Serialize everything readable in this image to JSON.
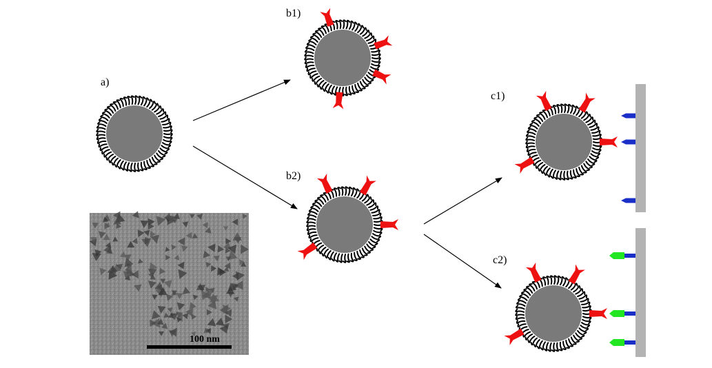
{
  "labels": {
    "a": "a)",
    "b1": "b1)",
    "b2": "b2)",
    "c1": "c1)",
    "c2": "c2)"
  },
  "micrograph": {
    "scale_bar_text": "100 nm"
  },
  "colors": {
    "core": "#7a7a7a",
    "ligand_shell": "#000000",
    "red_ligand": "#ee1111",
    "blue_receptor": "#1a2ec8",
    "green_receptor": "#22e622",
    "surface": "#b3b3b3",
    "micrograph_bg": "#8c8c8c"
  },
  "icons": {
    "nanoparticle": "nanoparticle-icon",
    "red_ligand": "red-ligand-icon",
    "blue_receptor": "blue-receptor-icon",
    "green_receptor": "green-receptor-icon",
    "surface": "substrate-surface"
  }
}
